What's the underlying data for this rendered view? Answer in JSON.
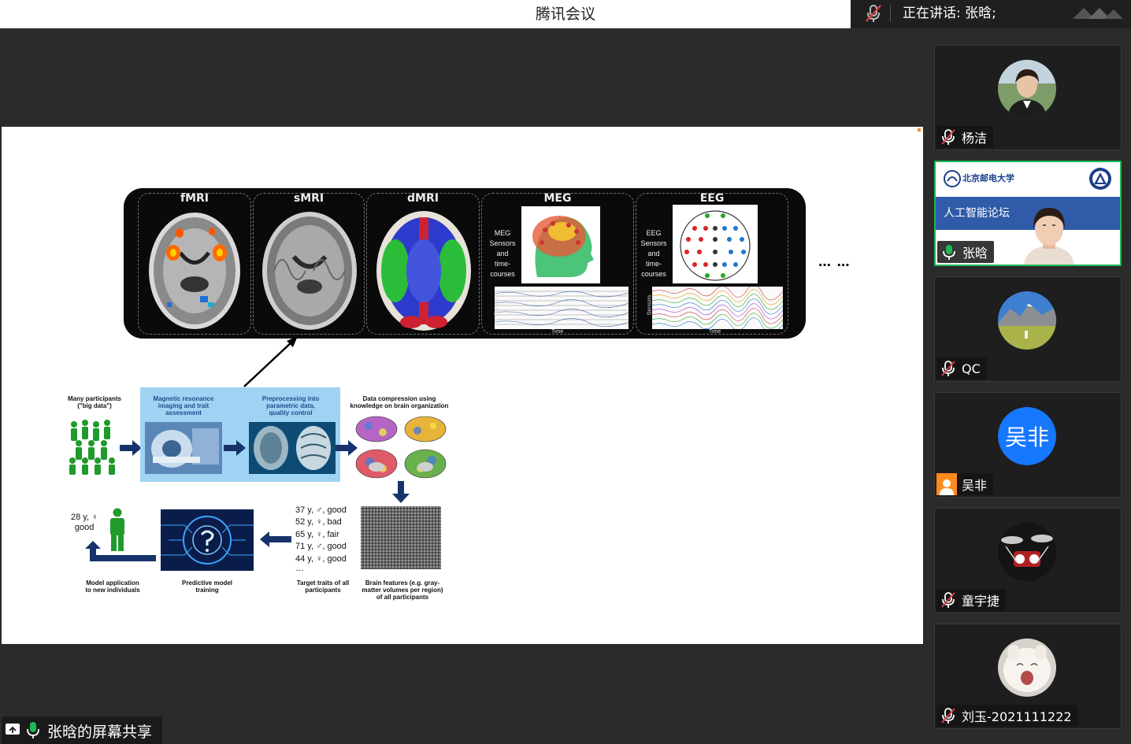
{
  "app": {
    "title": "腾讯会议",
    "speaking_text": "正在讲话: 张晗;"
  },
  "share": {
    "label": "张晗的屏幕共享"
  },
  "participants": [
    {
      "name": "杨洁",
      "muted": true
    },
    {
      "name": "张晗",
      "muted": false,
      "active": true
    },
    {
      "name": "QC",
      "muted": true
    },
    {
      "name": "吴非",
      "avatar_text": "吴非",
      "icon": "user-icon"
    },
    {
      "name": "童宇捷",
      "muted": true
    },
    {
      "name": "刘玉-2021111222",
      "muted": true
    }
  ],
  "active_tile": {
    "banner_text": "人工智能论坛",
    "logo_text": "北京邮电大学"
  },
  "slide": {
    "modalities": [
      "fMRI",
      "sMRI",
      "dMRI",
      "MEG",
      "EEG"
    ],
    "meg_side": [
      "MEG",
      "Sensors",
      "and",
      "time-",
      "courses"
    ],
    "eeg_side": [
      "EEG",
      "Sensors",
      "and",
      "time-",
      "courses"
    ],
    "sensors_axis": "Sensors",
    "time_axis": "Time",
    "more": "… …",
    "pipeline": {
      "participants": [
        "Many participants",
        "(\"big data\")"
      ],
      "mri": [
        "Magnetic resonance",
        "imaging and trait",
        "assessment"
      ],
      "preprocessing": [
        "Preprocessing into",
        "parametric data,",
        "quality control"
      ],
      "compression": [
        "Data compression using",
        "knowledge on brain organization"
      ],
      "brain_features": [
        "Brain features (e.g. gray-",
        "matter volumes per region)",
        "of all participants"
      ],
      "target_traits": [
        "Target traits of all",
        "participants"
      ],
      "predictive": [
        "Predictive model",
        "training"
      ],
      "application": [
        "Model application",
        "to new individuals"
      ],
      "new_individual": [
        "28 y, ♀",
        "good"
      ],
      "traits": [
        "37 y, ♂, good",
        "52 y, ♀, bad",
        "65 y, ♀, fair",
        "71 y, ♂, good",
        "44 y, ♀, good",
        "…"
      ]
    }
  },
  "colors": {
    "accent_green": "#1db954",
    "avatar_blue": "#1677ff",
    "arrow_navy": "#17336b",
    "light_blue": "#9fd3f4"
  }
}
